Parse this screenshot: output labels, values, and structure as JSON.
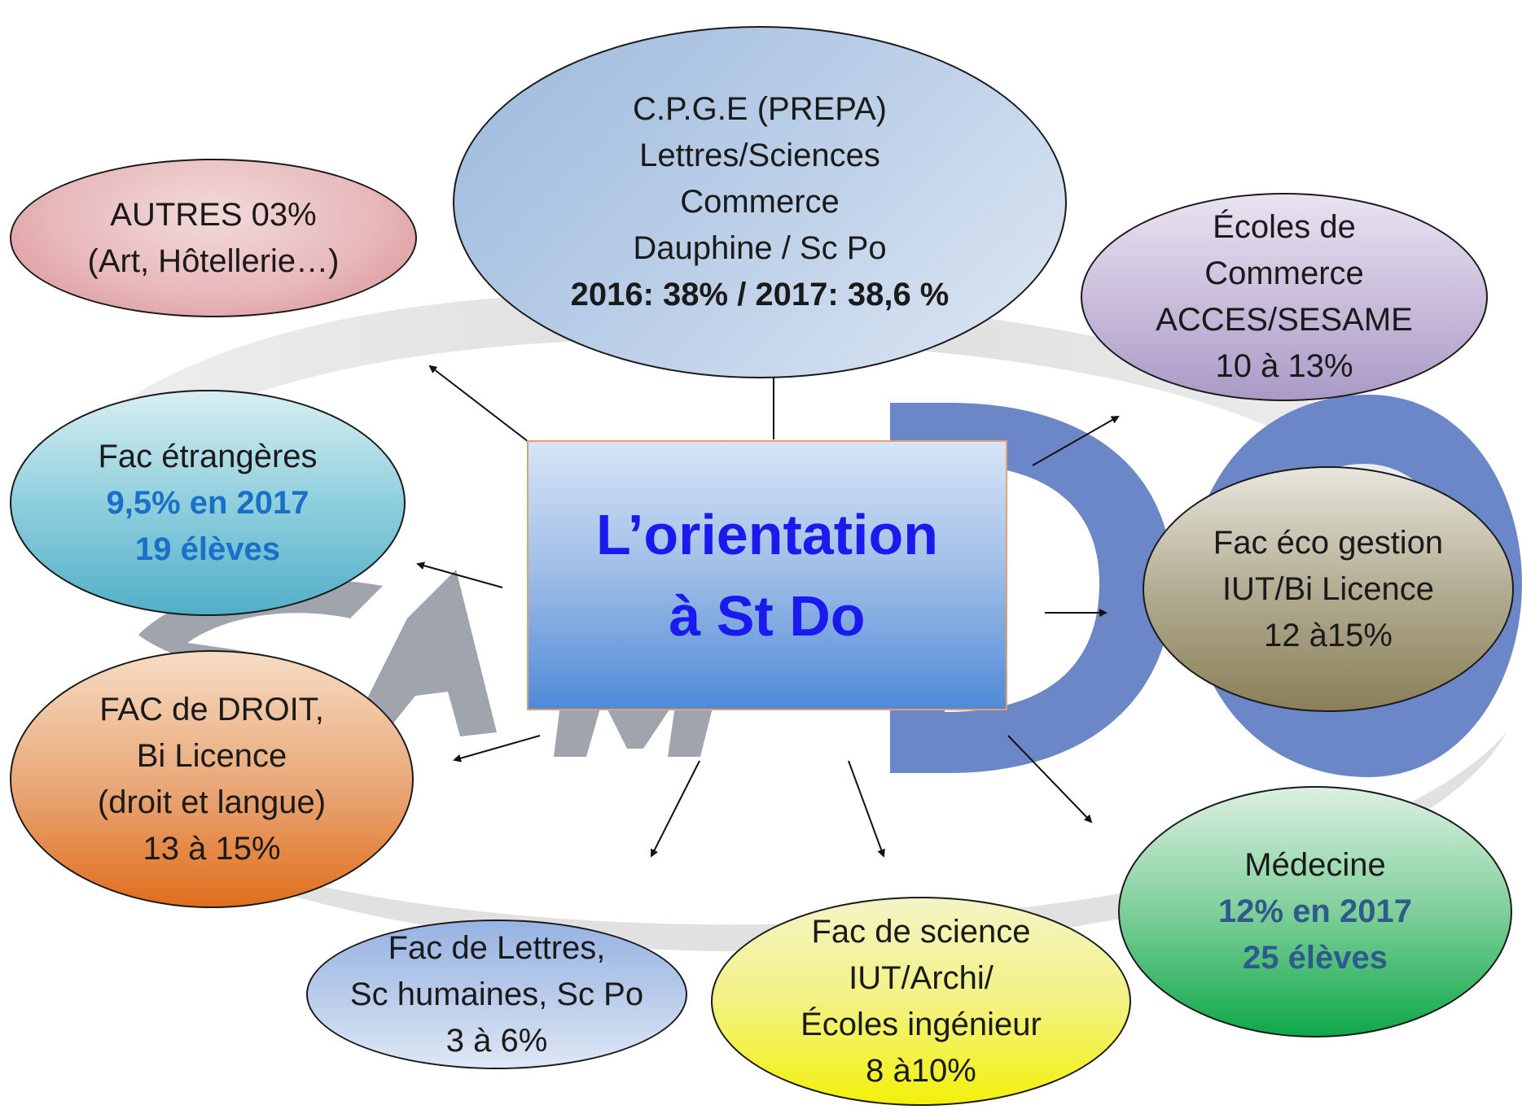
{
  "center": {
    "line1": "L’orientation",
    "line2": "à St Do",
    "color": "#1a1aee"
  },
  "watermark": {
    "brand_letters": "DO",
    "brand_color": "#6b87c8",
    "script_color": "#a0a4ad"
  },
  "nodes": {
    "autres": {
      "line1": "AUTRES 03%",
      "line2": "(Art, Hôtellerie…)"
    },
    "cpge": {
      "line1": "C.P.G.E (PREPA)",
      "line2": "Lettres/Sciences",
      "line3": "Commerce",
      "line4": "Dauphine / Sc Po",
      "line5": "2016: 38% / 2017: 38,6 %"
    },
    "ecoles_commerce": {
      "line1": "Écoles de",
      "line2": "Commerce",
      "line3": "ACCES/SESAME",
      "line4": "10 à 13%"
    },
    "fac_etrangeres": {
      "line1": "Fac étrangères",
      "line2": "9,5% en 2017",
      "line3": "19 élèves",
      "accent": "#1a6fc8"
    },
    "fac_eco": {
      "line1": "Fac éco gestion",
      "line2": "IUT/Bi Licence",
      "line3": "12 à15%"
    },
    "fac_droit": {
      "line1": "FAC de DROIT,",
      "line2": "Bi Licence",
      "line3": "(droit et langue)",
      "line4": "13 à 15%"
    },
    "medecine": {
      "line1": "Médecine",
      "line2": "12% en 2017",
      "line3": "25 élèves",
      "accent": "#2e5a8c"
    },
    "fac_lettres": {
      "line1": "Fac de Lettres,",
      "line2": "Sc humaines, Sc Po",
      "line3": "3 à 6%"
    },
    "fac_science": {
      "line1": "Fac de science",
      "line2": "IUT/Archi/",
      "line3": "Écoles ingénieur",
      "line4": "8 à10%"
    }
  }
}
